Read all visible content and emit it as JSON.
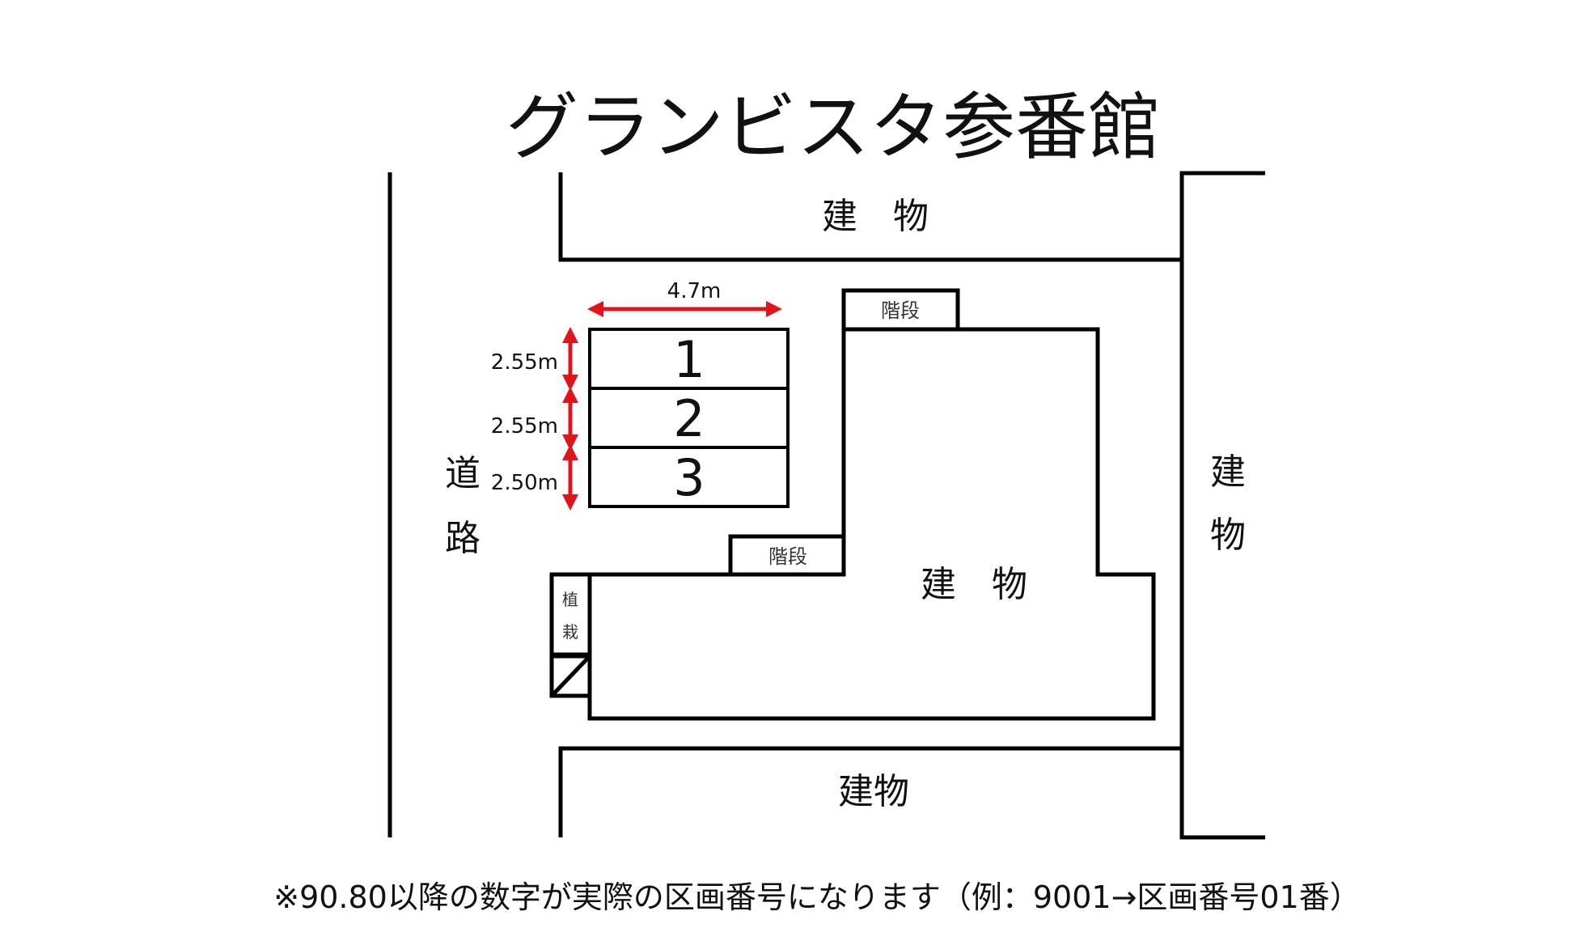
{
  "title": "グランビスタ参番館",
  "colors": {
    "line": "#000000",
    "dimension_arrow": "#e0141a",
    "background": "#ffffff"
  },
  "road": {
    "label_top": "道",
    "label_bottom": "路"
  },
  "buildings": {
    "top": {
      "label": "建　物"
    },
    "right": {
      "label_top": "建",
      "label_bottom": "物"
    },
    "main": {
      "label": "建　物"
    },
    "bottom": {
      "label": "建物"
    }
  },
  "stairs": {
    "upper": "階段",
    "lower": "階段"
  },
  "planter": {
    "label_top": "植",
    "label_bottom": "栽"
  },
  "parking": {
    "width_label": "4.7m",
    "spaces": [
      {
        "number": "1",
        "depth_label": "2.55m"
      },
      {
        "number": "2",
        "depth_label": "2.55m"
      },
      {
        "number": "3",
        "depth_label": "2.50m"
      }
    ]
  },
  "footnote": "※90.80以降の数字が実際の区画番号になります（例：9001→区画番号01番）"
}
